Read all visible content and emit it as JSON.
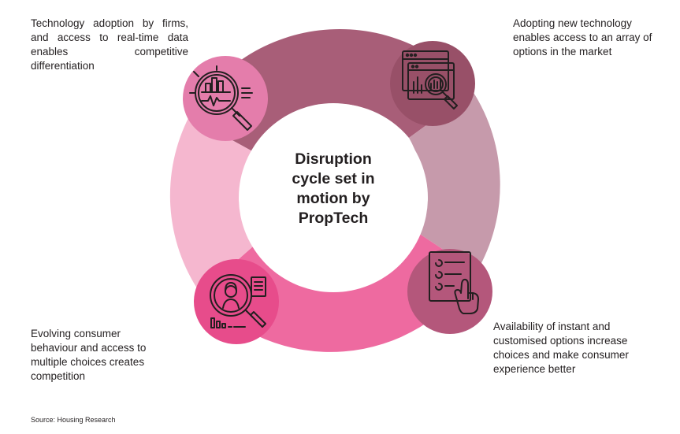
{
  "center_title": [
    "Disruption",
    "cycle set in",
    "motion by",
    "PropTech"
  ],
  "annotations": {
    "top_left": "Technology adoption by firms, and access to real-time data enables competitive differentiation",
    "top_right": "Adopting new technology enables access to an array of options in the market",
    "bottom_right": "Availability of instant and customised options increase choices and make consumer experience better",
    "bottom_left": "Evolving consumer behaviour and access to multiple choices creates competition"
  },
  "source": "Source: Housing Research",
  "colors": {
    "segment_top": "#a85e78",
    "segment_right": "#c69aab",
    "segment_bottom": "#ee6aa0",
    "segment_left": "#f5b7cf",
    "node_top_left": "#e47dab",
    "node_top_right": "#985068",
    "node_bottom_right": "#b4577b",
    "node_bottom_left": "#e74c8b",
    "icon_stroke": "#231f20"
  },
  "icons": [
    "analytics-magnifier-icon",
    "browser-chart-search-icon",
    "checklist-touch-icon",
    "consumer-search-icon"
  ]
}
